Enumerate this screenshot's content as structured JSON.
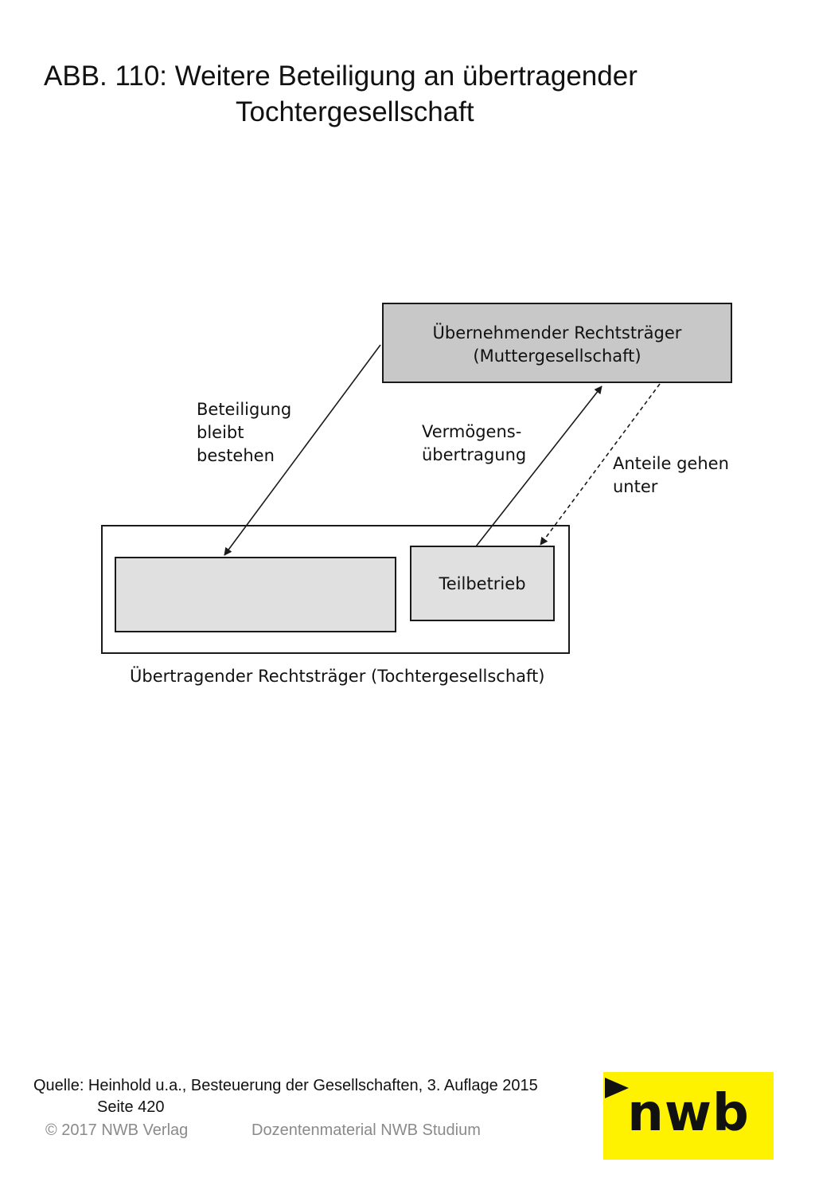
{
  "title": {
    "line1": "ABB. 110: Weitere Beteiligung an übertragender",
    "line2": "Tochtergesellschaft"
  },
  "diagram": {
    "parent_box": {
      "line1": "Übernehmender Rechtsträger",
      "line2": "(Muttergesellschaft)"
    },
    "child_container_label": "Übertragender Rechtsträger (Tochtergesellschaft)",
    "teilbetrieb_label": "Teilbetrieb",
    "arrow_labels": {
      "beteiligung": [
        "Beteiligung",
        "bleibt",
        "bestehen"
      ],
      "vermoegen": [
        "Vermögens-",
        "übertragung"
      ],
      "anteile": [
        "Anteile gehen",
        "unter"
      ]
    },
    "colors": {
      "parent_fill": "#c8c8c8",
      "box_fill": "#e0e0e0",
      "stroke": "#1a1a1a"
    }
  },
  "source": {
    "line1": "Quelle: Heinhold u.a., Besteuerung der Gesellschaften, 3. Auflage 2015",
    "line2": "Seite 420"
  },
  "footer": {
    "copyright": "© 2017 NWB Verlag",
    "material": "Dozentenmaterial NWB Studium"
  },
  "logo": {
    "text": "nwb",
    "color": "#fff200"
  }
}
